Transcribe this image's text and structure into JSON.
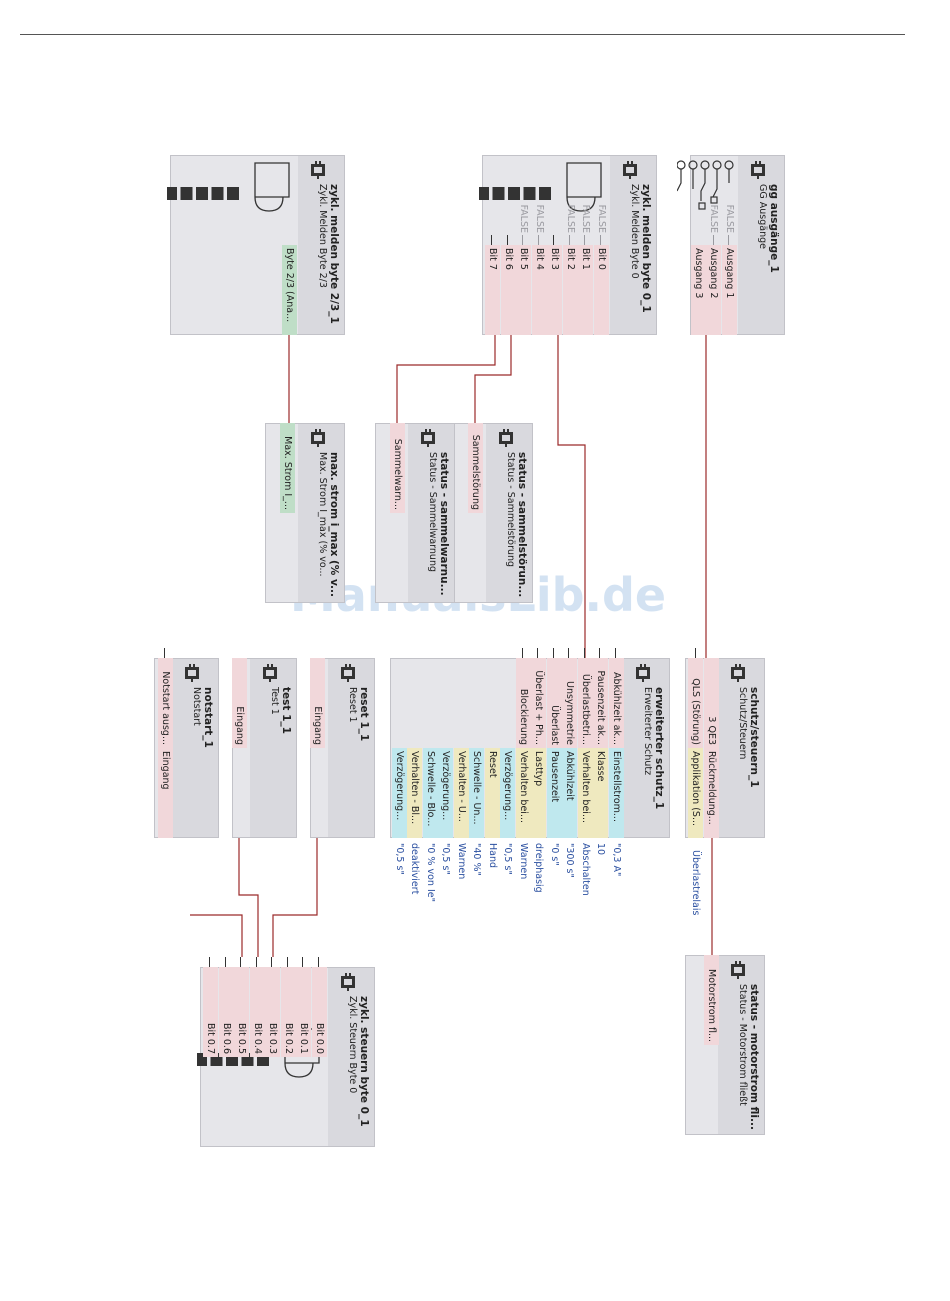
{
  "watermark": "ManualsLib.de",
  "colors": {
    "wire": "#9b2a2a",
    "value_text": "#2a4fa0",
    "false_text": "#9a9aa0",
    "pin_pink": "#f1d7da",
    "pin_cyan": "#bfe8ee",
    "pin_yellow": "#efe9bf",
    "pin_green": "#bfdec7"
  },
  "blocks": {
    "gg_ausgaenge": {
      "title": "gg ausgänge_1",
      "subtitle": "GG Ausgänge",
      "icon": "relay-contacts-icon",
      "inputs": [
        "Ausgang 1",
        "Ausgang 2",
        "Ausgang 3"
      ],
      "input_values": [
        "FALSE",
        "FALSE",
        ""
      ]
    },
    "zykl_melden_0": {
      "title": "zykl. melden byte 0_1",
      "subtitle": "Zykl. Melden Byte 0",
      "icon": "motor-starter-icon",
      "inputs": [
        "Bit 0",
        "Bit 1",
        "Bit 2",
        "Bit 3",
        "Bit 4",
        "Bit 5",
        "Bit 6",
        "Bit 7"
      ],
      "input_values": [
        "FALSE",
        "FALSE",
        "FALSE",
        "",
        "FALSE",
        "FALSE",
        "",
        ""
      ]
    },
    "zykl_melden_23": {
      "title": "zykl. melden byte 2/3_1",
      "subtitle": "Zykl. Melden Byte 2/3",
      "icon": "motor-starter-icon",
      "inputs": [
        "Byte 2/3 (Ana..."
      ]
    },
    "status_sammelstoerung": {
      "title": "status - sammelstörun...",
      "subtitle": "Status - Sammelstörung",
      "outputs": [
        "Sammelstörung"
      ]
    },
    "status_sammelwarnung": {
      "title": "status - sammelwarnu...",
      "subtitle": "Status - Sammelwarnung",
      "outputs": [
        "Sammelwarn..."
      ]
    },
    "max_strom": {
      "title": "max. strom i_max (% v...",
      "subtitle": "Max. Strom I_max (% vo...",
      "outputs": [
        "Max. Strom I_..."
      ]
    },
    "schutz_steuern": {
      "title": "schutz/steuern_1",
      "subtitle": "Schutz/Steuern",
      "inputs": [
        "Rückmeldung...",
        "Applikation (S..."
      ],
      "input_values": [
        "",
        "Überlastrelais"
      ],
      "outputs": [
        "3 QE3",
        "QLS (Störung)"
      ]
    },
    "erweiterter_schutz": {
      "title": "erweiterter schutz_1",
      "subtitle": "Erweiterter Schutz",
      "inputs": [
        "Einstellstrom...",
        "Klasse",
        "Verhalten bei...",
        "Abkühlzeit",
        "Pausenzeit",
        "Lasttyp",
        "Verhalten bei...",
        "Verzögerung...",
        "Reset",
        "Schwelle - Un...",
        "Verhalten - U...",
        "Verzögerung...",
        "Schwelle - Blo...",
        "Verhalten - Bl...",
        "Verzögerung..."
      ],
      "input_values": [
        "\"0,3 A\"",
        "10",
        "Abschalten",
        "\"300 s\"",
        "\"0 s\"",
        "dreiphasig",
        "Warnen",
        "\"0,5 s\"",
        "Hand",
        "\"40 %\"",
        "Warnen",
        "\"0,5 s\"",
        "\"0 % von Ie\"",
        "deaktiviert",
        "\"0,5 s\""
      ],
      "outputs": [
        "Abkühlzeit ak...",
        "Pausenzeit ak...",
        "Überlastbetri...",
        "Unsymmetrie",
        "Überlast",
        "Überlast + Ph...",
        "Blockierung"
      ]
    },
    "status_motorstrom": {
      "title": "status - motorstrom fli...",
      "subtitle": "Status - Motorstrom fließt",
      "outputs": [
        "Motorstrom fl..."
      ]
    },
    "reset": {
      "title": "reset 1_1",
      "subtitle": "Reset 1",
      "outputs": [
        "Eingang"
      ]
    },
    "test": {
      "title": "test 1_1",
      "subtitle": "Test 1",
      "outputs": [
        "Eingang"
      ]
    },
    "notstart": {
      "title": "notstart_1",
      "subtitle": "Notstart",
      "outputs": [
        "Eingang",
        "Notstart ausg..."
      ]
    },
    "zykl_steuern_0": {
      "title": "zykl. steuern byte 0_1",
      "subtitle": "Zykl. Steuern Byte 0",
      "icon": "motor-starter-icon",
      "inputs": [
        "Bit 0.0",
        "Bit 0.1",
        "Bit 0.2",
        "Bit 0.3",
        "Bit 0.4",
        "Bit 0.5",
        "Bit 0.6",
        "Bit 0.7"
      ]
    }
  }
}
